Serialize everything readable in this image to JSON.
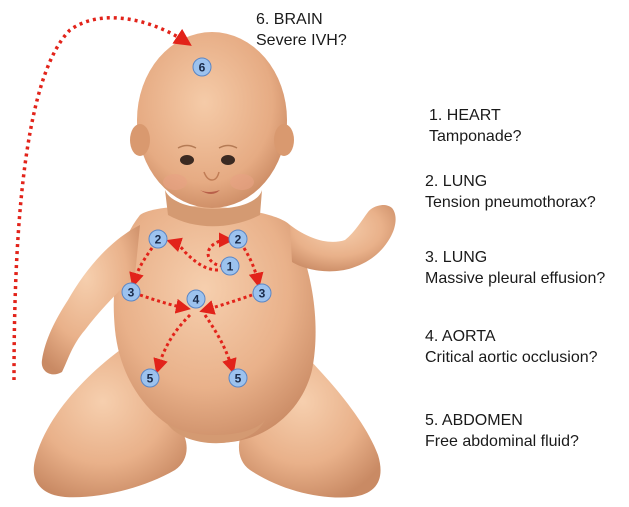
{
  "colors": {
    "skin": "#e9b18a",
    "skin_shadow": "#c98a64",
    "marker_fill": "#9cc2ee",
    "marker_stroke": "#5b86c4",
    "arrow": "#e2231a",
    "text": "#1a1a1a"
  },
  "labels": [
    {
      "id": "6",
      "organ": "6. BRAIN",
      "question": "Severe IVH?"
    },
    {
      "id": "1",
      "organ": "1. HEART",
      "question": "Tamponade?"
    },
    {
      "id": "2",
      "organ": "2. LUNG",
      "question": "Tension pneumothorax?"
    },
    {
      "id": "3",
      "organ": "3. LUNG",
      "question": "Massive pleural effusion?"
    },
    {
      "id": "4",
      "organ": "4. AORTA",
      "question": "Critical aortic occlusion?"
    },
    {
      "id": "5",
      "organ": "5. ABDOMEN",
      "question": "Free abdominal fluid?"
    }
  ],
  "markers": [
    {
      "key": "6",
      "text": "6"
    },
    {
      "key": "1",
      "text": "1"
    },
    {
      "key": "2-left",
      "text": "2"
    },
    {
      "key": "2-right",
      "text": "2"
    },
    {
      "key": "3-left",
      "text": "3"
    },
    {
      "key": "3-right",
      "text": "3"
    },
    {
      "key": "4",
      "text": "4"
    },
    {
      "key": "5-left",
      "text": "5"
    },
    {
      "key": "5-right",
      "text": "5"
    }
  ]
}
